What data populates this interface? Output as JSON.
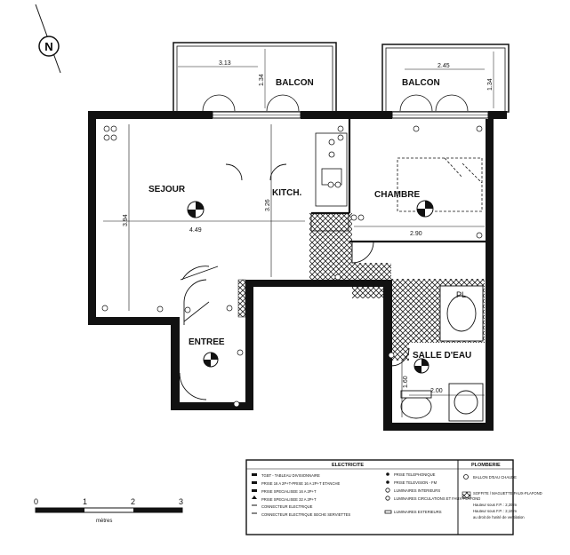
{
  "compass": {
    "letter": "N"
  },
  "rooms": {
    "sejour": "SEJOUR",
    "kitchen": "KITCH.",
    "chambre": "CHAMBRE",
    "entree": "ENTREE",
    "salle_eau": "SALLE D'EAU",
    "pl": "PL",
    "balcon_left": "BALCON",
    "balcon_right": "BALCON"
  },
  "dimensions": {
    "balcon_left_width": "3.13",
    "balcon_left_depth": "1.34",
    "balcon_right_width": "2.45",
    "balcon_right_depth": "1.34",
    "sejour_depth": "3.94",
    "sejour_width": "4.49",
    "kitchen_depth": "3.26",
    "chambre_width": "2.90",
    "bath_depth": "1.60",
    "bath_width": "2.00"
  },
  "scale": {
    "ticks": [
      "0",
      "1",
      "2",
      "3"
    ],
    "unit": "mètres"
  },
  "legend": {
    "electricite_title": "ELECTRICITE",
    "plomberie_title": "PLOMBERIE",
    "electricite_left": [
      "TGBT - TABLEAU DIVISIONNAIRE",
      "PRISE 16 A 2P+T-PRISE 16 A 2P+T ETANCHE",
      "PRISE SPECIALISEE 16 A 2P+T",
      "PRISE SPECIALISEE 32 A 2P+T",
      "CONNECTEUR ELECTRIQUE",
      "CONNECTEUR ELECTRIQUE SECHE SERVIETTES"
    ],
    "electricite_right": [
      "PRISE TELEPHONIQUE",
      "PRISE TELEVISION - FM",
      "LUMINAIRES INTERIEURS",
      "LUMINAIRES CIRCULATIONS ET FAUX-PLAFOND",
      "LUMINAIRES EXTERIEURS"
    ],
    "plomberie": [
      "BALLON D'EAU CHAUDE",
      "SOFFITE / MAGUETTE FAUX-PLAFOND",
      "Hauteur sous F.P. : 2,20 m",
      "Hauteur sous F.P. : 2,10 m",
      "au droit de l'unité de ventilation"
    ]
  }
}
